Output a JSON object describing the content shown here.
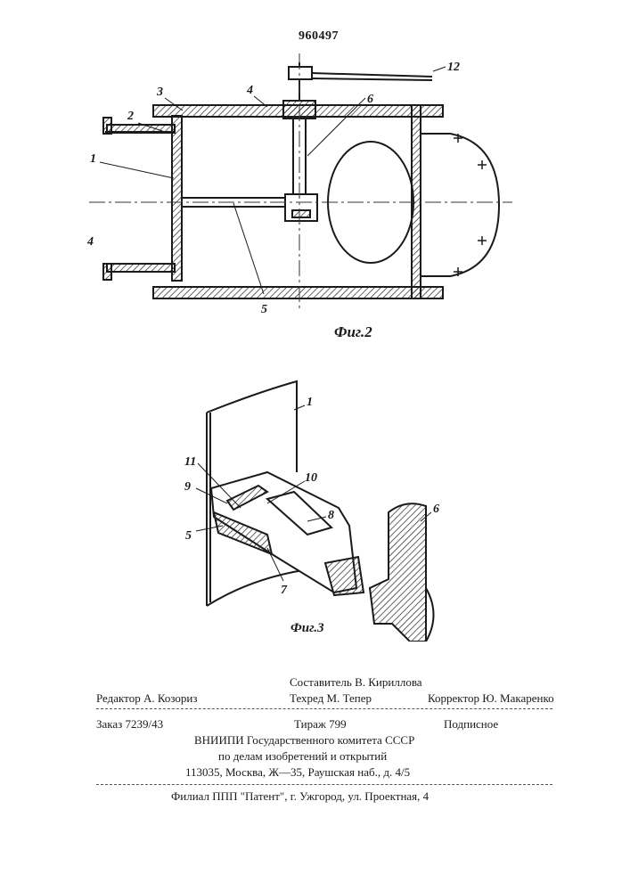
{
  "header": {
    "patent_number": "960497"
  },
  "figure2": {
    "caption": "Фиг.2",
    "labels": {
      "l1": "1",
      "l2": "2",
      "l3": "3",
      "l4a": "4",
      "l4b": "4",
      "l5": "5",
      "l6": "6",
      "l12": "12"
    }
  },
  "figure3": {
    "caption": "Фиг.3",
    "labels": {
      "l1": "1",
      "l5": "5",
      "l6": "6",
      "l7": "7",
      "l8": "8",
      "l9": "9",
      "l10": "10",
      "l11": "11"
    }
  },
  "imprint": {
    "editor": "Редактор А. Козориз",
    "compiler": "Составитель В. Кириллова",
    "techred": "Техред М. Тепер",
    "corrector": "Корректор Ю. Макаренко",
    "order": "Заказ 7239/43",
    "circulation": "Тираж 799",
    "subscription": "Подписное",
    "org_line1": "ВНИИПИ Государственного комитета СССР",
    "org_line2": "по делам изобретений и открытий",
    "org_line3": "113035, Москва, Ж—35, Раушская наб., д. 4/5",
    "branch": "Филиал ППП \"Патент\", г. Ужгород, ул. Проектная, 4"
  }
}
